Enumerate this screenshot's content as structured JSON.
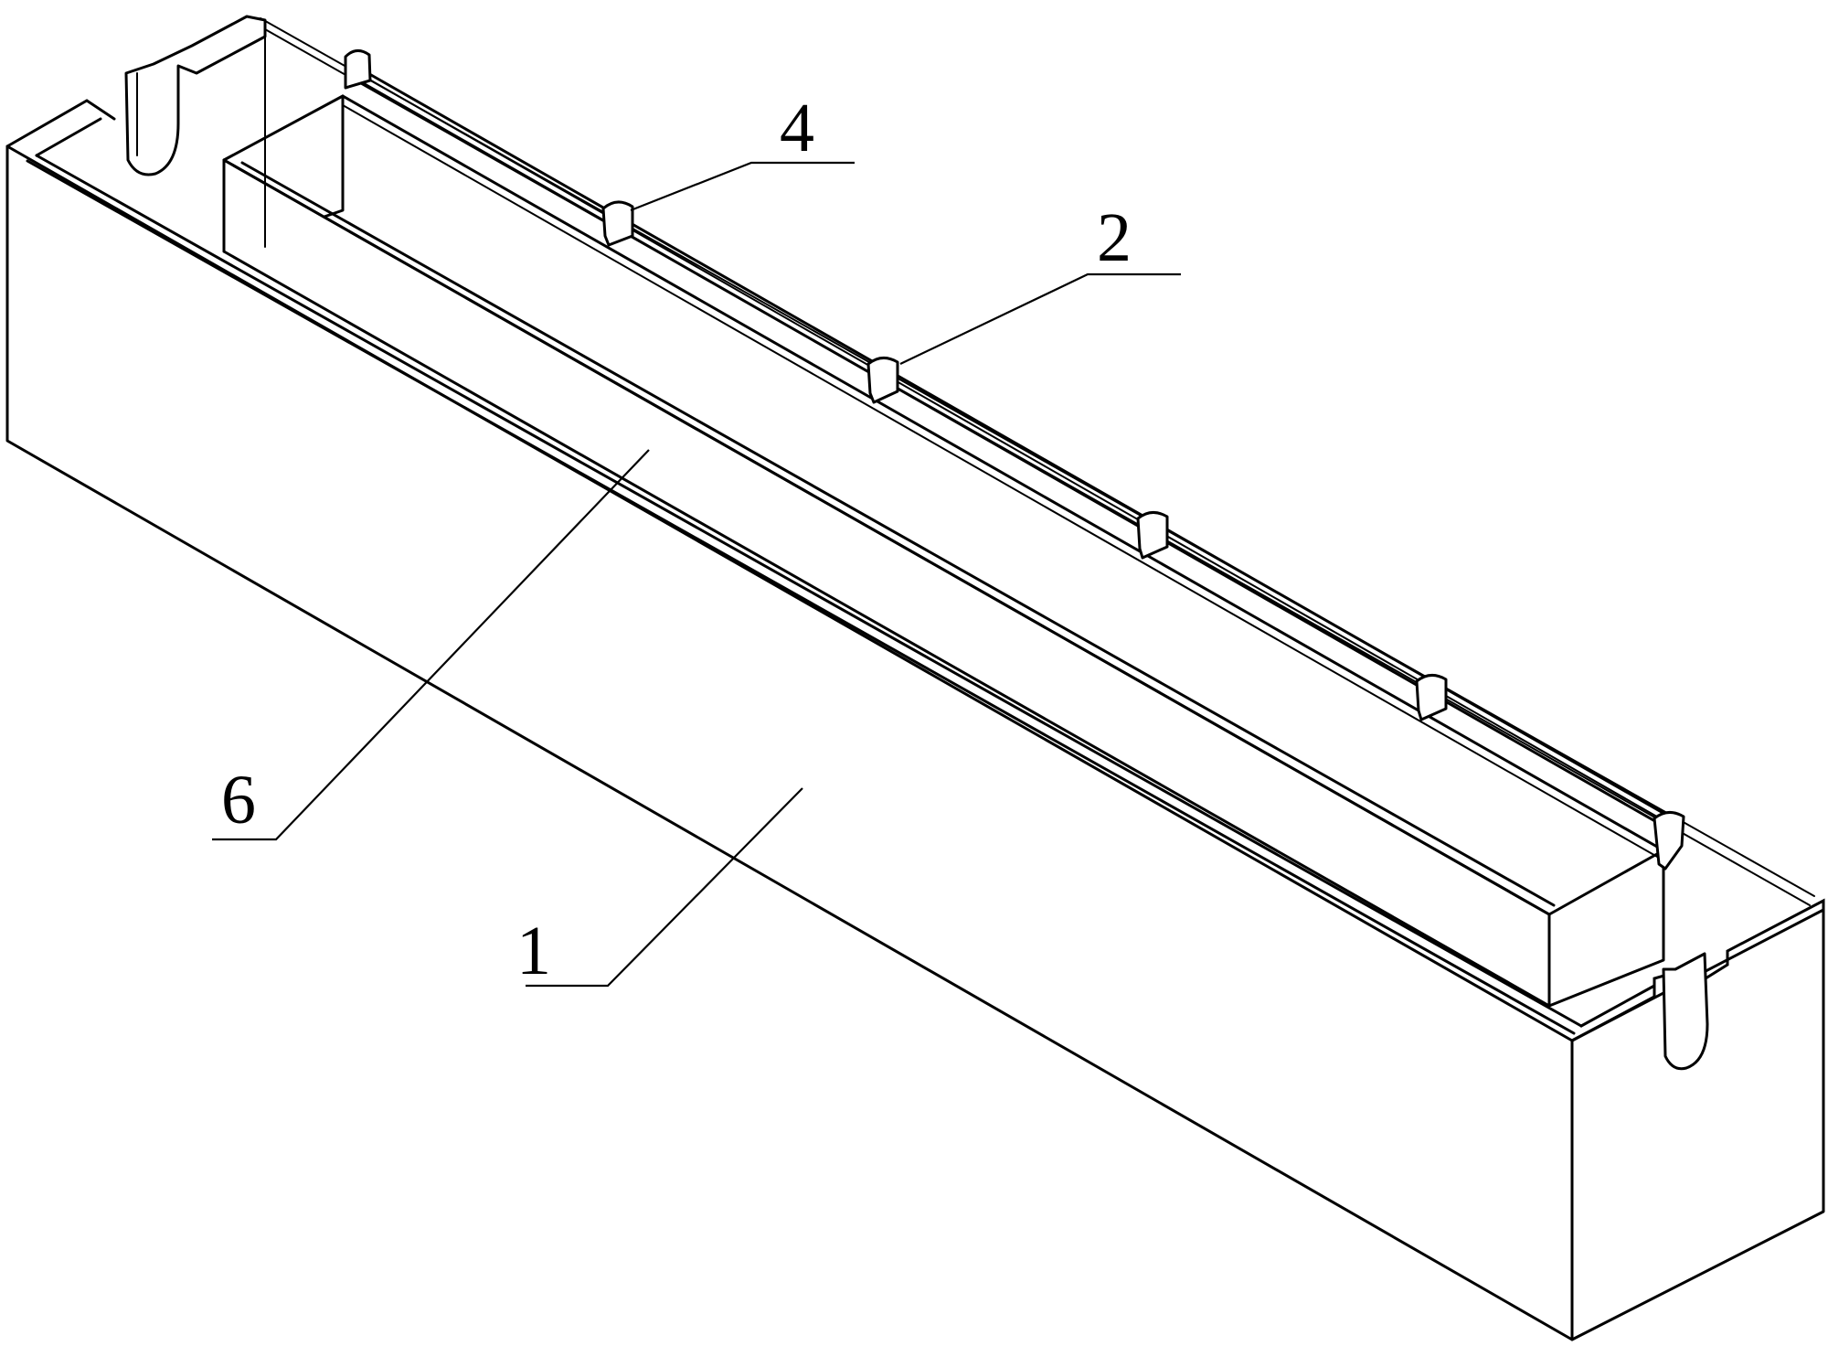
{
  "figure": {
    "callouts": [
      {
        "id": "4",
        "label": "4"
      },
      {
        "id": "2",
        "label": "2"
      },
      {
        "id": "6",
        "label": "6"
      },
      {
        "id": "1",
        "label": "1"
      }
    ]
  }
}
